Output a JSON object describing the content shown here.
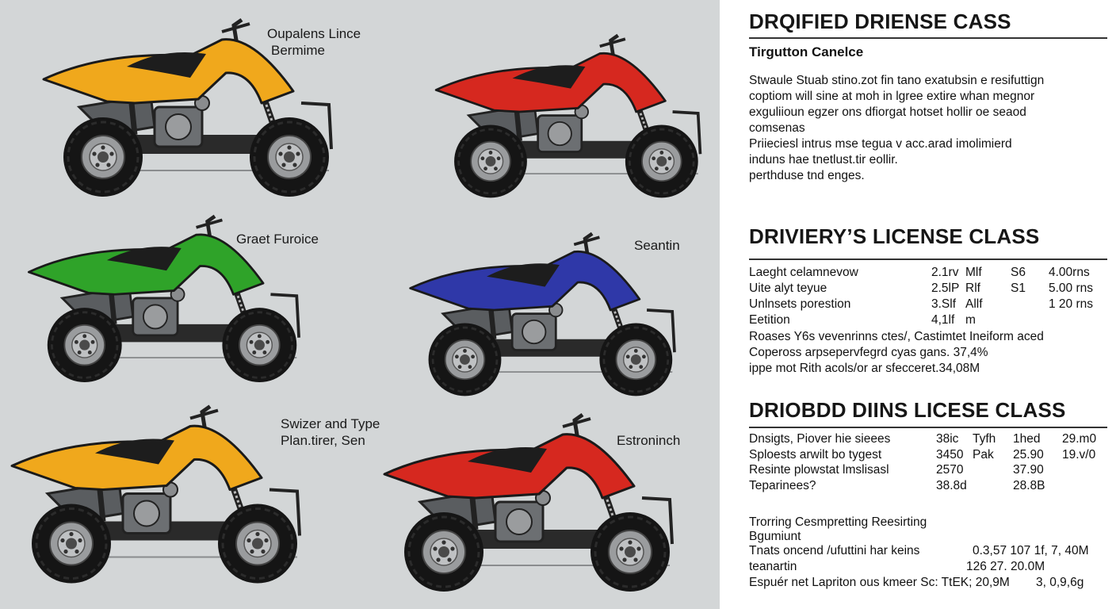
{
  "colors": {
    "yellow": "#f0a81c",
    "red": "#d6281f",
    "green": "#2fa329",
    "blue": "#2f38a8",
    "panel": "#d3d6d7"
  },
  "captions": {
    "atv1_a": "Oupalens Lince",
    "atv1_b": "Bermime",
    "atv3": "Graet Furoice",
    "atv4": "Seantin",
    "atv5_a": "Swizer and Type",
    "atv5_b": "Plan.tirer, Sen",
    "atv6": "Estroninch"
  },
  "section1": {
    "title": "DRQIFIED DRIENSE CASS",
    "subtitle": "Tirgutton Canelce",
    "lines": [
      "Stwaule Stuab stino.zot fin tano exatubsin e resifuttign",
      "coptiom will sine at moh in lgree extire whan megnor",
      "exguliioun egzer ons dfiorgat hotset hollir oe seaod",
      "comsenas",
      "Priieciesl intrus mse tegua v acc.arad imolimierd",
      "induns hae tnetlust.tir eollir.",
      "perthduse tnd enges."
    ]
  },
  "section2": {
    "title": "DRIVIERY’S LICENSE CLASS",
    "rows": [
      [
        "Laeght celamnevow",
        "2.1rv",
        "Mlf",
        "S6",
        "4.00rns"
      ],
      [
        "Uite alyt teyue",
        "2.5lP",
        "Rlf",
        "S1",
        "5.00 rns"
      ],
      [
        "Unlnsets porestion",
        "3.Slf",
        "Allf",
        "",
        "1 20 rns"
      ],
      [
        "Eetition",
        "4,1lf",
        "m",
        "",
        ""
      ]
    ],
    "lines": [
      "Roases Y6s vevenrinns ctes/, Castimtet Ineiform aced",
      "Copeross arpsepervfegrd cyas gans. 37,4%",
      "ippe mot Rith acols/or ar sfecceret.34,08M"
    ]
  },
  "section3": {
    "title": "DRIOBDD DIINS LICESE CLASS",
    "rows": [
      [
        "Dnsigts, Piover hie sieees",
        "38ic",
        "Tyfh",
        "1hed",
        "29.m0"
      ],
      [
        "Sploests arwilt bo tygest",
        "3450",
        "Pak",
        "25.90",
        "19.v/0"
      ],
      [
        "Resinte plowstat lmslisasl",
        "2570",
        "",
        "37.90",
        ""
      ],
      [
        "Teparinees?",
        "38.8d",
        "",
        "28.8B",
        ""
      ]
    ],
    "block_title": "Trorring Cesmpretting Reesirting",
    "block_sub": "Bgumiunt",
    "brows": [
      [
        "Tnats oncend /ufuttini har keins",
        "0.3,57 107 1f, 7, 40M"
      ],
      [
        "teanartin",
        "126 27. 20.0M"
      ],
      [
        "Espuér net Lapriton ous kmeer Sc: TtEK; 20,9M",
        "3, 0,9,6g"
      ]
    ]
  }
}
